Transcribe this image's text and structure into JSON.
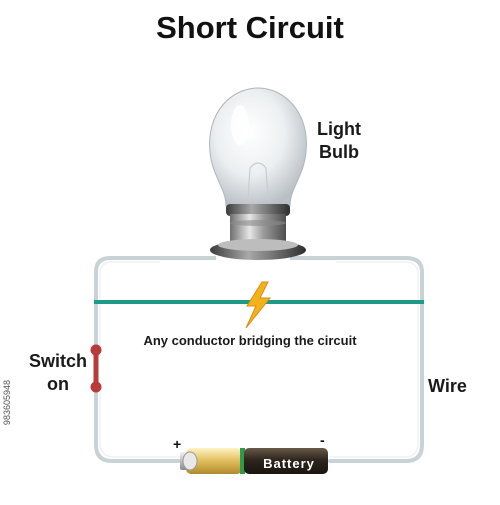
{
  "title": "Short Circuit",
  "labels": {
    "bulb_line1": "Light",
    "bulb_line2": "Bulb",
    "switch_line1": "Switch",
    "switch_line2": "on",
    "wire": "Wire",
    "bridge": "Any conductor bridging the circuit",
    "battery": "Battery",
    "plus": "+",
    "minus": "-"
  },
  "watermark": "983605948",
  "colors": {
    "wire": "#c9d2d4",
    "bridge": "#1f9a8a",
    "switch": "#b83a3a",
    "spark": "#f2b21b",
    "battery_dark": "#3a3026",
    "battery_gold": "#e3c36a",
    "battery_band": "#2f9b4a"
  }
}
